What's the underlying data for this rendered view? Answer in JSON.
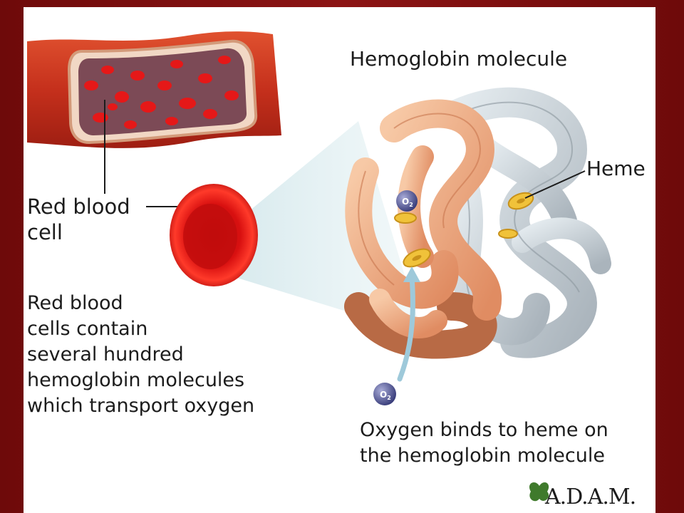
{
  "title": "Hemoglobin molecule",
  "labels": {
    "rbc": [
      "Red blood",
      "cell"
    ],
    "heme": "Heme",
    "o2": "O",
    "o2_sub": "2"
  },
  "description": [
    "Red blood",
    "cells contain",
    "several hundred",
    "hemoglobin molecules",
    "which transport oxygen"
  ],
  "binding_note": [
    "Oxygen binds to heme on",
    "the hemoglobin molecule"
  ],
  "brand": "A.D.A.M.",
  "colors": {
    "frame": "#7a0d0d",
    "vessel": "#c8321e",
    "blood_cell": "#e01212",
    "alpha_chain": "#f2b08e",
    "beta_chain": "#c9d2d8",
    "heme": "#f0c23a",
    "oxygen": "#4a4e8c"
  }
}
